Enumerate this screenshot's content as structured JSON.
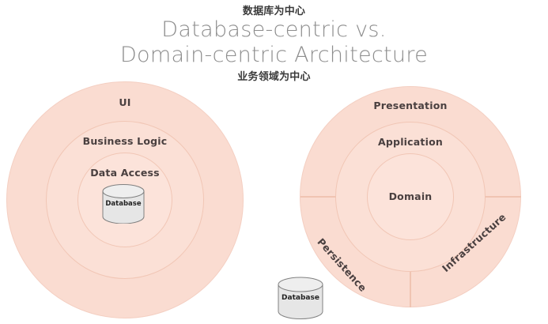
{
  "title": {
    "line1": "Database-centric vs.",
    "line2": "Domain-centric Architecture",
    "color": "#8d8d8d"
  },
  "annotations": {
    "top_cn": "数据库为中心",
    "bottom_cn": "业务领域为中心",
    "color": "#3a3a3a"
  },
  "palette": {
    "ring_outer_fill": "#fadcd1",
    "ring_mid_fill": "#fbe0d6",
    "ring_inner_fill": "#fce3da",
    "ring_stroke": "#f1c6b5",
    "divider": "#f0c4b2",
    "label_text": "#4a4040",
    "cylinder_fill": "#e6e6e6",
    "cylinder_stroke": "#808080",
    "background": "#ffffff"
  },
  "diagrams": [
    {
      "id": "database-centric",
      "name": "Database-centric Architecture",
      "layers": [
        {
          "label": "UI",
          "level": "outer"
        },
        {
          "label": "Business Logic",
          "level": "middle"
        },
        {
          "label": "Data Access",
          "level": "inner"
        }
      ],
      "center_icon": {
        "label": "Database",
        "icon": "database-cylinder-icon"
      }
    },
    {
      "id": "domain-centric",
      "name": "Domain-centric Architecture",
      "layers": [
        {
          "label": "Presentation",
          "level": "outer"
        },
        {
          "label": "Application",
          "level": "middle"
        },
        {
          "label": "Domain",
          "level": "inner"
        }
      ],
      "sectors": [
        {
          "label": "Persistence",
          "position": "bottom-left"
        },
        {
          "label": "Infrastructure",
          "position": "bottom-right"
        }
      ]
    }
  ],
  "external_icon": {
    "label": "Database",
    "icon": "database-cylinder-icon"
  }
}
